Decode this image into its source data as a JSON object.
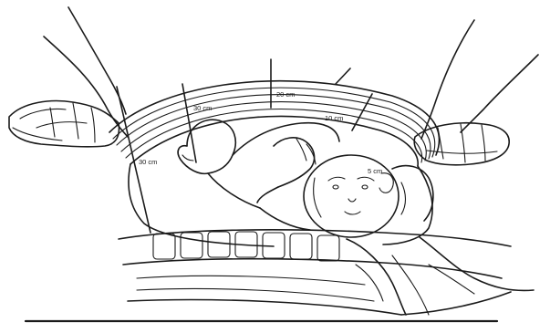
{
  "labels": {
    "lateral_depth": "30 cm",
    "upper_depth": "30 cm",
    "fundal_depth": "20 cm",
    "right_depth": "10 cm",
    "lower_depth": "5 cm"
  },
  "colors": {
    "ink": "#1a1a1a",
    "background": "#ffffff"
  }
}
